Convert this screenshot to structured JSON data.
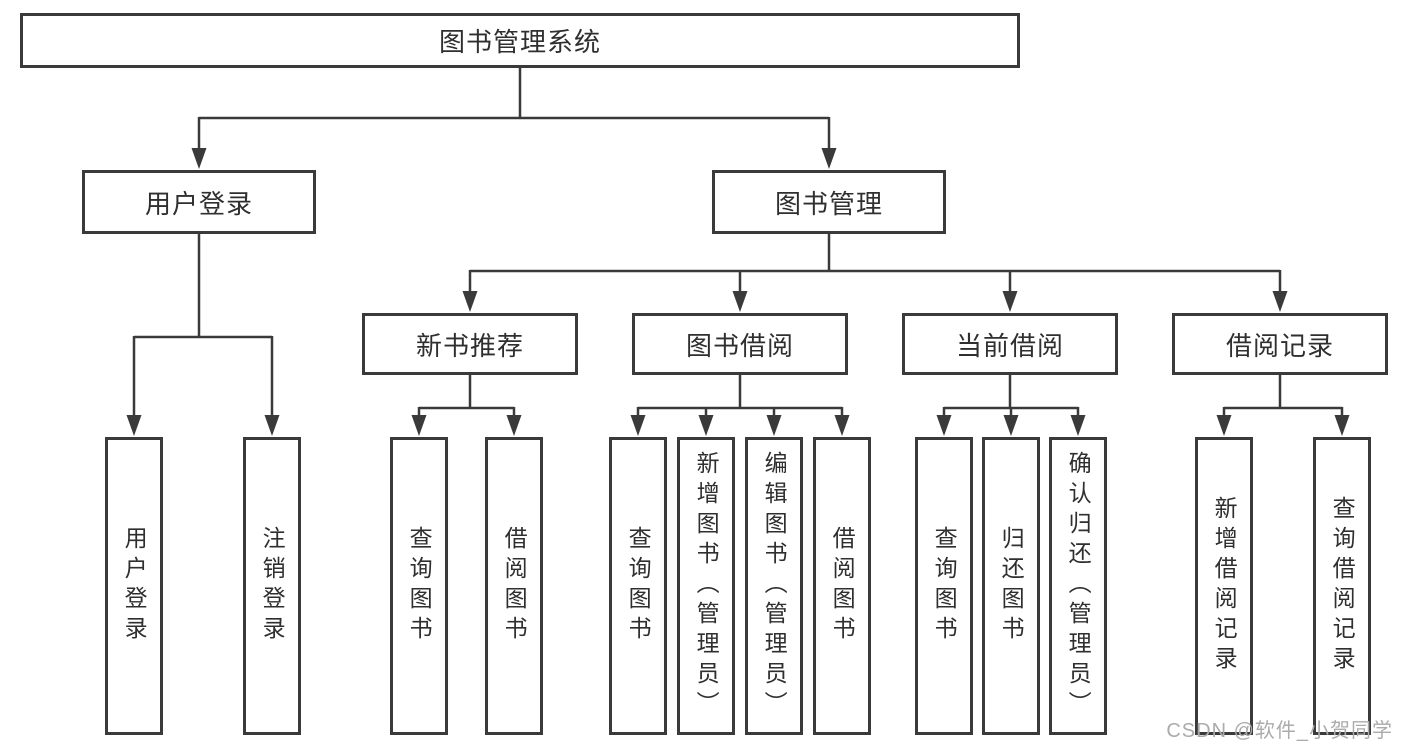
{
  "diagram": {
    "root": {
      "label": "图书管理系统"
    },
    "level2": [
      {
        "label": "用户登录"
      },
      {
        "label": "图书管理"
      }
    ],
    "level3": [
      {
        "label": "新书推荐",
        "parent": "图书管理"
      },
      {
        "label": "图书借阅",
        "parent": "图书管理"
      },
      {
        "label": "当前借阅",
        "parent": "图书管理"
      },
      {
        "label": "借阅记录",
        "parent": "图书管理"
      }
    ],
    "leaves": [
      {
        "label": "用户登录",
        "parent": "用户登录"
      },
      {
        "label": "注销登录",
        "parent": "用户登录"
      },
      {
        "label": "查询图书",
        "parent": "新书推荐"
      },
      {
        "label": "借阅图书",
        "parent": "新书推荐"
      },
      {
        "label": "查询图书",
        "parent": "图书借阅"
      },
      {
        "label": "新增图书（管理员）",
        "parent": "图书借阅"
      },
      {
        "label": "编辑图书（管理员）",
        "parent": "图书借阅"
      },
      {
        "label": "借阅图书",
        "parent": "图书借阅"
      },
      {
        "label": "查询图书",
        "parent": "当前借阅"
      },
      {
        "label": "归还图书",
        "parent": "当前借阅"
      },
      {
        "label": "确认归还（管理员）",
        "parent": "当前借阅"
      },
      {
        "label": "新增借阅记录",
        "parent": "借阅记录"
      },
      {
        "label": "查询借阅记录",
        "parent": "借阅记录"
      }
    ]
  },
  "watermark": {
    "text": "CSDN @软件_小贺同学"
  },
  "colors": {
    "line": "#3a3a3a",
    "text": "#2f2f2f",
    "background": "#ffffff",
    "watermark": "#ababab"
  }
}
